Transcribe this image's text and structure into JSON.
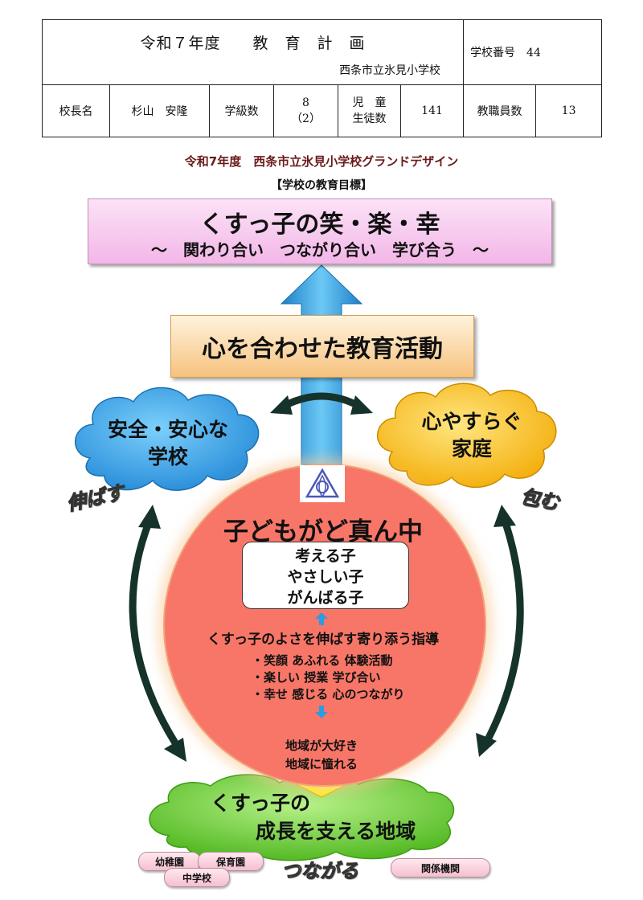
{
  "header": {
    "title": "令和７年度　　教　育　計　画",
    "school_name": "西条市立氷見小学校",
    "school_number": "学校番号　44",
    "principal_label": "校長名",
    "principal_name": "杉山　安隆",
    "class_count_label": "学級数",
    "class_count_value": "8",
    "class_count_sub": "（2）",
    "student_label_1": "児　童",
    "student_label_2": "生徒数",
    "student_count": "141",
    "staff_label": "教職員数",
    "staff_count": "13"
  },
  "diagram": {
    "caption": "令和7年度　西条市立氷見小学校グランドデザイン",
    "goal_label": "【学校の教育目標】",
    "goal_main": "くすっ子の笑・楽・幸",
    "goal_sub": "～　関わり合い　つながり合い　学び合う　～",
    "activity": "心を合わせた教育活動",
    "school_cloud_1": "安全・安心な",
    "school_cloud_2": "学校",
    "home_cloud_1": "心やすらぐ",
    "home_cloud_2": "家庭",
    "left_verb": "伸ばす",
    "right_verb": "包む",
    "center_title": "子どもがど真ん中",
    "kids": [
      "考える子",
      "やさしい子",
      "がんばる子"
    ],
    "guidance": "くすっ子のよさを伸ばす寄り添う指導",
    "bullets": [
      "・笑顔 あふれる 体験活動",
      "・楽しい 授業 学び合い",
      "・幸せ 感じる 心のつながり"
    ],
    "heart_1": "地域が大好き",
    "heart_2": "地域に憧れる",
    "community_1": "くすっ子の",
    "community_2": "成長を支える地域",
    "connect_verb": "つながる",
    "orgs": [
      "幼稚園",
      "保育園",
      "中学校",
      "関係機関"
    ]
  },
  "colors": {
    "goal_box": "#f3b6e8",
    "activity_box": "#f6c27e",
    "school_cloud": "#3aa0e8",
    "home_cloud": "#f5b800",
    "center_circle": "#f87668",
    "heart": "#fff200",
    "community_cloud": "#6cd12e",
    "arrow_up": "#2e9be0",
    "cycle_arrows": "#15332b",
    "verb_text": "#f4ea3a"
  },
  "icons": [
    "school-emblem-icon",
    "up-arrow-icon",
    "double-arrow-icon"
  ]
}
